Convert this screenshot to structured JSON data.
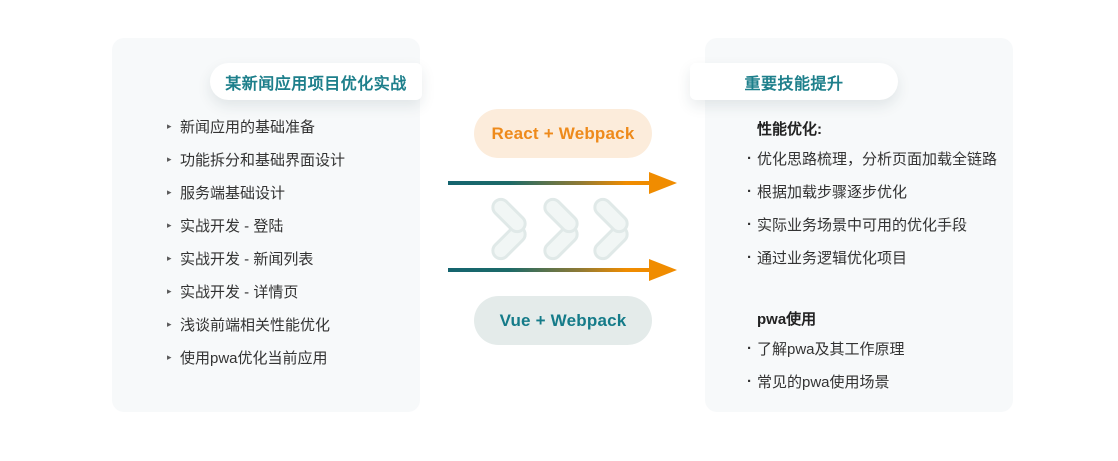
{
  "left_panel": {
    "title": "某新闻应用项目优化实战",
    "bullet": "▸",
    "items": [
      "新闻应用的基础准备",
      "功能拆分和基础界面设计",
      "服务端基础设计",
      "实战开发 - 登陆",
      "实战开发 - 新闻列表",
      "实战开发 - 详情页",
      "浅谈前端相关性能优化",
      "使用pwa优化当前应用"
    ]
  },
  "flow": {
    "react_pill": "React + Webpack",
    "vue_pill": "Vue + Webpack"
  },
  "right_panel": {
    "title": "重要技能提升",
    "bullet": "·",
    "sections": [
      {
        "heading": "性能优化:",
        "items": [
          "优化思路梳理，分析页面加载全链路",
          "根据加载步骤逐步优化",
          "实际业务场景中可用的优化手段",
          "通过业务逻辑优化项目"
        ]
      },
      {
        "heading": "pwa使用",
        "items": [
          "了解pwa及其工作原理",
          "常见的pwa使用场景"
        ]
      }
    ]
  },
  "colors": {
    "teal": "#1d7f8b",
    "orange": "#ee8a1b",
    "arrow_teal": "#14646f",
    "arrow_orange": "#f08c00",
    "panel_bg": "#f7f9fa",
    "react_pill_bg": "#fcecdb",
    "vue_pill_bg": "#e4ebea",
    "text": "#333333"
  }
}
